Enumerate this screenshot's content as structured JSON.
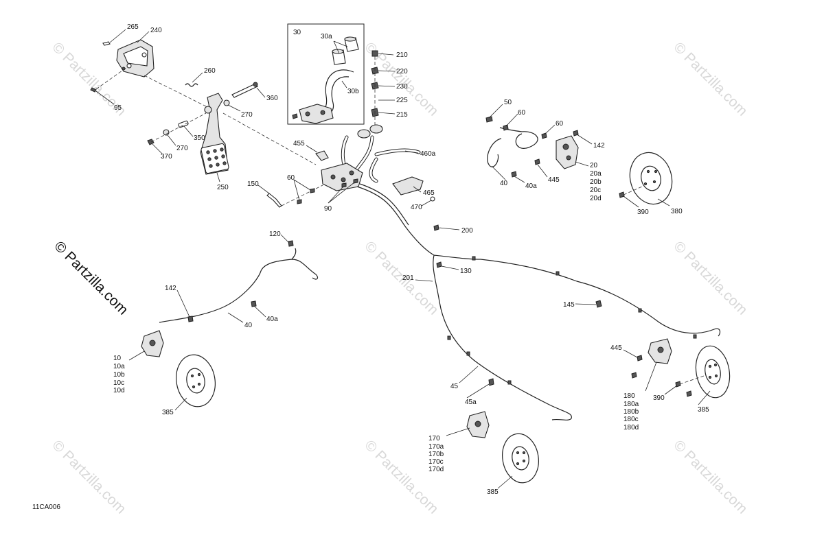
{
  "diagram_code": "11CA006",
  "watermark_text": "© Partzilla.com",
  "callouts": {
    "c265": "265",
    "c240": "240",
    "c95": "95",
    "c260": "260",
    "c360": "360",
    "c270a": "270",
    "c270b": "270",
    "c350": "350",
    "c370": "370",
    "c250": "250",
    "c30": "30",
    "c30a": "30a",
    "c30b": "30b",
    "c210": "210",
    "c220": "220",
    "c230": "230",
    "c225": "225",
    "c215": "215",
    "c455": "455",
    "c460a": "460a",
    "c465": "465",
    "c470": "470",
    "c150": "150",
    "c60a": "60",
    "c90": "90",
    "c50": "50",
    "c60b": "60",
    "c60c": "60",
    "c142a": "142",
    "c40a": "40",
    "c40aa": "40a",
    "c445a": "445",
    "c20": "20",
    "c20a": "20a",
    "c20b": "20b",
    "c20c": "20c",
    "c20d": "20d",
    "c390a": "390",
    "c380": "380",
    "c200": "200",
    "c130": "130",
    "c201": "201",
    "c145": "145",
    "c120": "120",
    "c142b": "142",
    "c40b": "40",
    "c40ab": "40a",
    "c10": "10",
    "c10a": "10a",
    "c10b": "10b",
    "c10c": "10c",
    "c10d": "10d",
    "c385a": "385",
    "c45": "45",
    "c45a": "45a",
    "c170": "170",
    "c170a": "170a",
    "c170b": "170b",
    "c170c": "170c",
    "c170d": "170d",
    "c385b": "385",
    "c445b": "445",
    "c180": "180",
    "c180a": "180a",
    "c180b": "180b",
    "c180c": "180c",
    "c180d": "180d",
    "c390b": "390",
    "c385c": "385"
  }
}
